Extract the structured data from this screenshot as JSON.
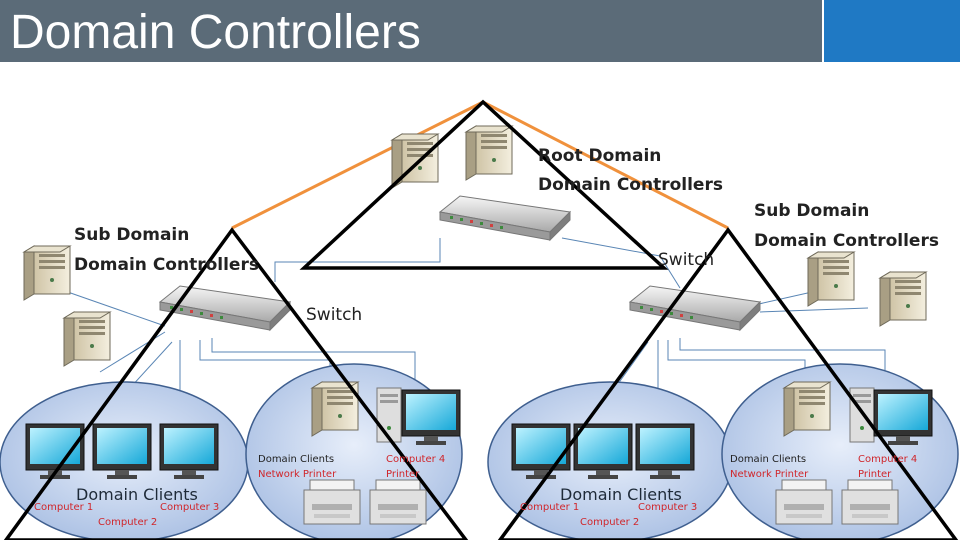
{
  "header": {
    "title": "Domain Controllers"
  },
  "root": {
    "label_line1": "Root Domain",
    "label_line2": "Domain Controllers",
    "switch_label": "Switch"
  },
  "left_subdomain": {
    "label_line1": "Sub Domain",
    "label_line2": "Domain Controllers",
    "switch_label": "Switch",
    "clients_label": "Domain Clients",
    "computers": [
      "Computer 1",
      "Computer 2",
      "Computer 3"
    ],
    "printer_group": {
      "clients_label": "Domain Clients",
      "network_printer_label": "Network Printer",
      "computer_label": "Computer 4",
      "printer_label": "Printer"
    }
  },
  "right_subdomain": {
    "label_line1": "Sub Domain",
    "label_line2": "Domain Controllers",
    "clients_label": "Domain Clients",
    "computers": [
      "Computer 1",
      "Computer 2",
      "Computer 3"
    ],
    "printer_group": {
      "clients_label": "Domain Clients",
      "network_printer_label": "Network Printer",
      "computer_label": "Computer 4",
      "printer_label": "Printer"
    }
  },
  "colors": {
    "title_bar": "#5b6b78",
    "title_accent": "#1f79c4",
    "trust_link": "#f0913c",
    "network_cable": "#5a86b5",
    "ellipse_fill": "#b8cbe8"
  }
}
